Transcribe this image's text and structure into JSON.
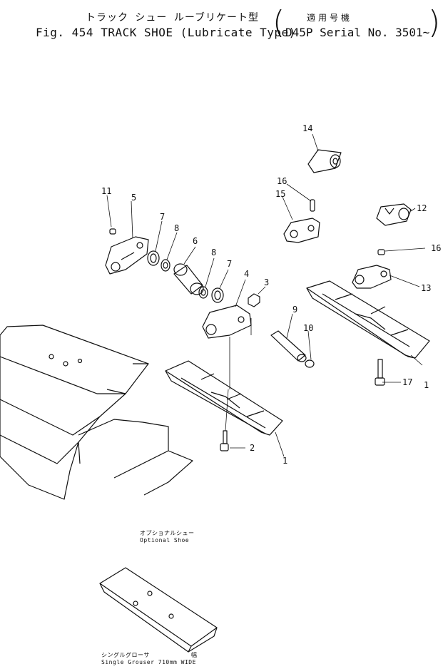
{
  "header": {
    "title_jp": "トラック シュー ルーブリケート型",
    "title_en": "Fig. 454  TRACK SHOE (Lubricate Type)",
    "serial_jp": "適用号機",
    "serial": "D45P Serial No. 3501~",
    "paren_left": "(",
    "paren_right": ")"
  },
  "callouts": [
    "1",
    "1",
    "2",
    "3",
    "4",
    "5",
    "6",
    "7",
    "7",
    "8",
    "8",
    "9",
    "10",
    "11",
    "12",
    "13",
    "14",
    "15",
    "16",
    "16",
    "17"
  ],
  "captions": {
    "optional_jp": "オプショナルシュー",
    "optional_en": "Optional Shoe",
    "grouser_jp": "シングルグローサ",
    "grouser_jp_width": "幅",
    "grouser_en": "Single Grouser 710mm WIDE"
  }
}
